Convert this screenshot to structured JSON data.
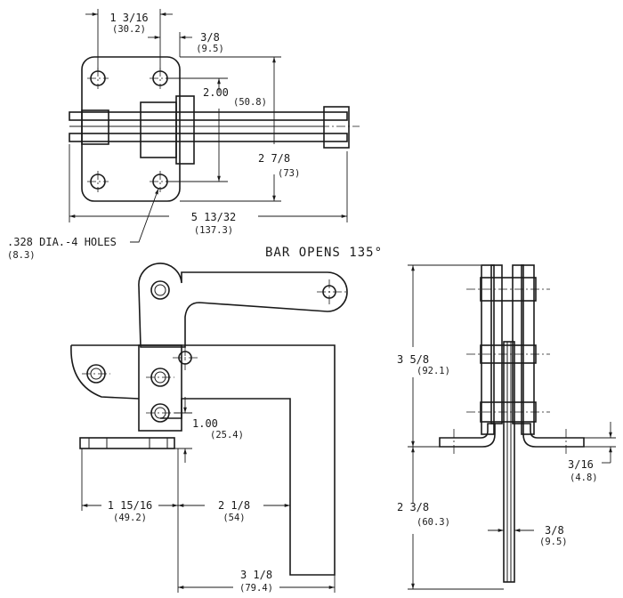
{
  "drawing": {
    "dim_width_frac": "1 3/16",
    "dim_width_mm": "(30.2)",
    "dim_hole_offset_frac": "3/8",
    "dim_hole_offset_mm": "(9.5)",
    "dim_vertical_inner": "2.00",
    "dim_vertical_inner_mm": "(50.8)",
    "dim_height_frac": "2 7/8",
    "dim_height_mm": "(73)",
    "dim_overall_frac": "5 13/32",
    "dim_overall_mm": "(137.3)",
    "holes_note": ".328 DIA.-4 HOLES",
    "holes_note_mm": "(8.3)",
    "bar_opens": "BAR OPENS 135°",
    "dim_pivot_height": "1.00",
    "dim_pivot_height_mm": "(25.4)",
    "dim_base_frac": "1 15/16",
    "dim_base_mm": "(49.2)",
    "dim_reach_frac": "2 1/8",
    "dim_reach_mm": "(54)",
    "dim_arm_frac": "3 1/8",
    "dim_arm_mm": "(79.4)",
    "dim_side_height_frac": "3 5/8",
    "dim_side_height_mm": "(92.1)",
    "dim_side_lower_frac": "2 3/8",
    "dim_side_lower_mm": "(60.3)",
    "dim_base_thick_frac": "3/16",
    "dim_base_thick_mm": "(4.8)",
    "dim_bar_thick_frac": "3/8",
    "dim_bar_thick_mm": "(9.5)"
  }
}
